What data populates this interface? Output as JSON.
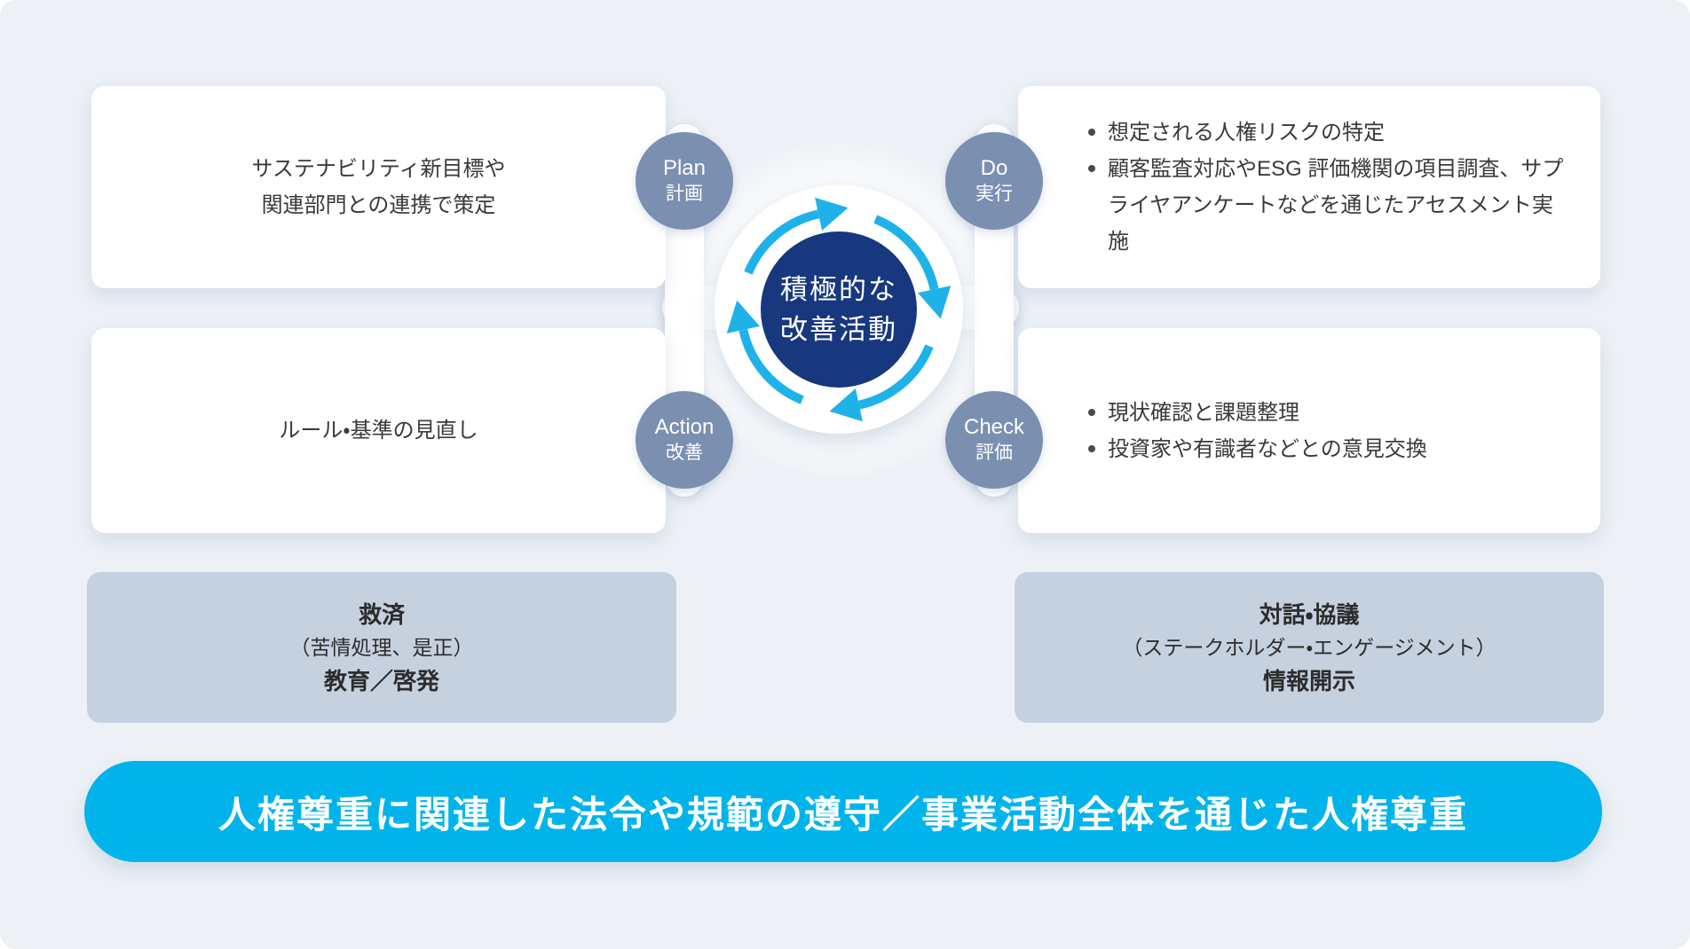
{
  "colors": {
    "page_bg": "#edf1f6",
    "cyan_bar": "#00b4eb",
    "arrow_cyan": "#1eb2e9",
    "navy": "#17377e",
    "badge_blue": "#7b8fb1",
    "gray_box": "#c6d1e0"
  },
  "cycle": {
    "center": {
      "line1": "積極的な",
      "line2": "改善活動"
    },
    "badges": {
      "plan": {
        "en": "Plan",
        "ja": "計画"
      },
      "do": {
        "en": "Do",
        "ja": "実行"
      },
      "action": {
        "en": "Action",
        "ja": "改善"
      },
      "check": {
        "en": "Check",
        "ja": "評価"
      }
    }
  },
  "cards": {
    "plan": {
      "line1": "サステナビリティ新目標や",
      "line2": "関連部門との連携で策定"
    },
    "do": {
      "items": [
        "想定される人権リスクの特定",
        "顧客監査対応やESG 評価機関の項目調査、サプライヤアンケートなどを通じたアセスメント実施"
      ]
    },
    "action": {
      "line1": "ルール・基準の見直し"
    },
    "check": {
      "items": [
        "現状確認と課題整理",
        "投資家や有識者などとの意見交換"
      ]
    }
  },
  "gray_boxes": {
    "left": {
      "line1": "救済",
      "line2": "（苦情処理、是正）",
      "line3": "教育／啓発"
    },
    "right": {
      "line1": "対話・協議",
      "line2": "（ステークホルダー・エンゲージメント）",
      "line3": "情報開示"
    }
  },
  "bottom_bar": {
    "text": "人権尊重に関連した法令や規範の遵守／事業活動全体を通じた人権尊重"
  }
}
